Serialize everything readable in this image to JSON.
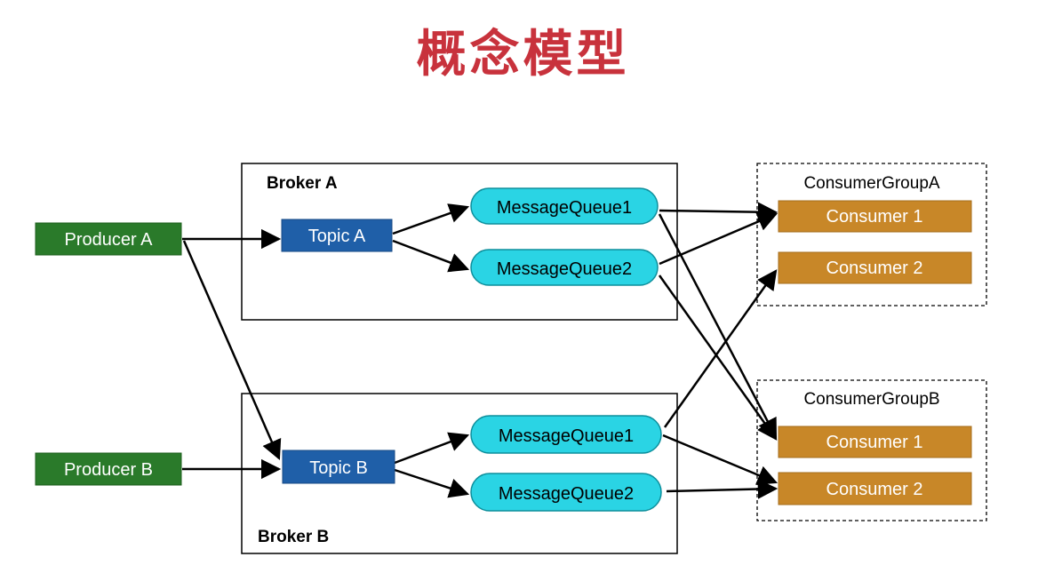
{
  "page": {
    "title": "概念模型"
  },
  "brokers": [
    {
      "label": "Broker A"
    },
    {
      "label": "Broker B"
    }
  ],
  "producers": [
    {
      "label": "Producer A"
    },
    {
      "label": "Producer B"
    }
  ],
  "topics": [
    {
      "label": "Topic A"
    },
    {
      "label": "Topic B"
    }
  ],
  "queues": [
    {
      "label": "MessageQueue1"
    },
    {
      "label": "MessageQueue2"
    },
    {
      "label": "MessageQueue1"
    },
    {
      "label": "MessageQueue2"
    }
  ],
  "consumer_groups": [
    {
      "label": "ConsumerGroupA",
      "consumers": [
        "Consumer 1",
        "Consumer 2"
      ]
    },
    {
      "label": "ConsumerGroupB",
      "consumers": [
        "Consumer 1",
        "Consumer 2"
      ]
    }
  ],
  "colors": {
    "title": "#c8323c",
    "producer": "#2a7a2a",
    "topic": "#1f5fa8",
    "queue": "#2ad4e4",
    "consumer": "#c88728"
  }
}
